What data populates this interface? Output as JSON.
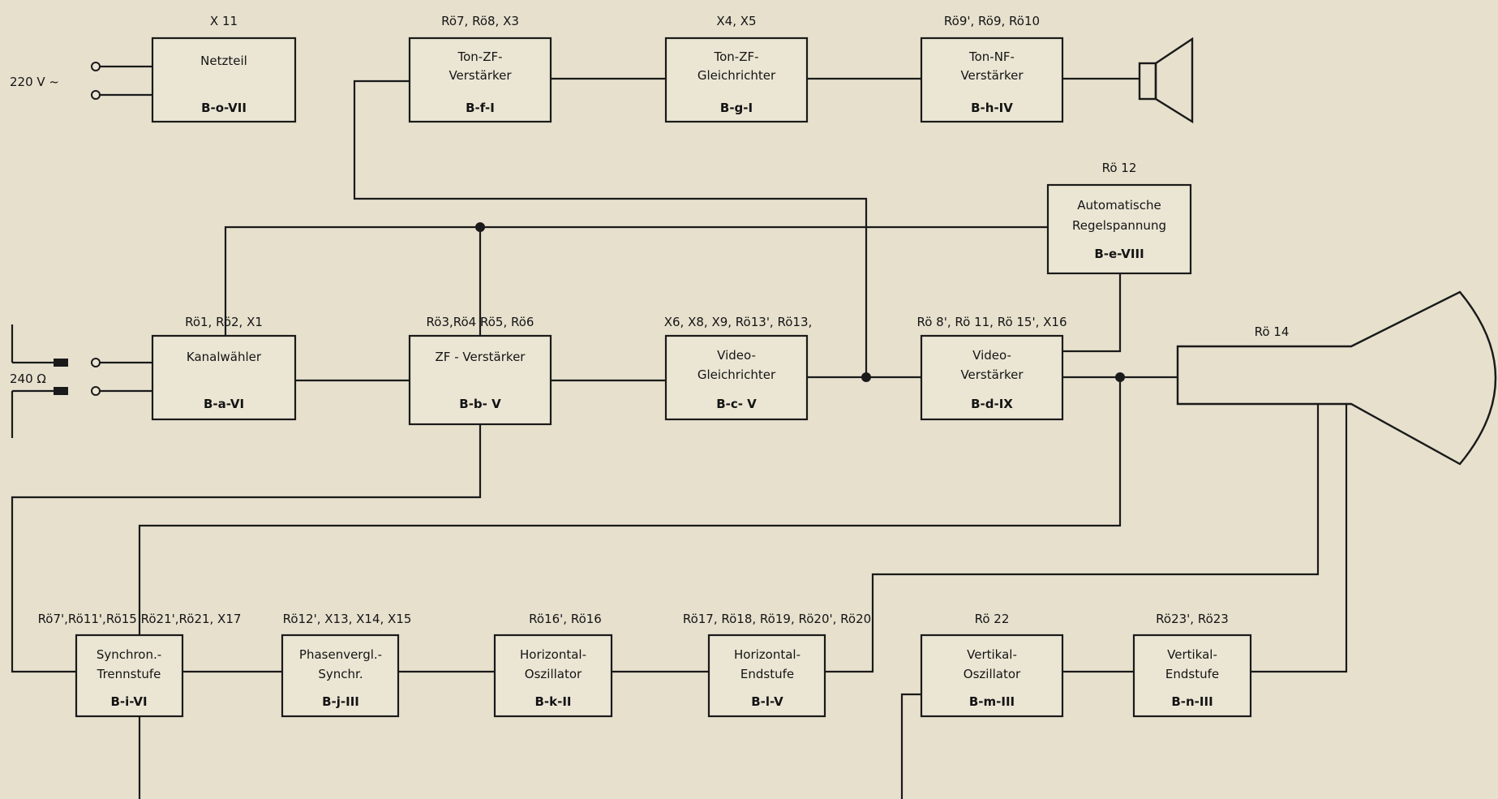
{
  "blocks": {
    "netzteil": {
      "title": [
        "Netzteil"
      ],
      "code": "B-o-VII",
      "tubes": "X 11"
    },
    "tonzf": {
      "title": [
        "Ton-ZF-",
        "Verstärker"
      ],
      "code": "B-f-I",
      "tubes": "Rö7, Rö8, X3"
    },
    "tongl": {
      "title": [
        "Ton-ZF-",
        "Gleichrichter"
      ],
      "code": "B-g-I",
      "tubes": "X4, X5"
    },
    "tonnf": {
      "title": [
        "Ton-NF-",
        "Verstärker"
      ],
      "code": "B-h-IV",
      "tubes": "Rö9', Rö9, Rö10"
    },
    "agc": {
      "title": [
        "Automatische",
        "Regelspannung"
      ],
      "code": "B-e-VIII",
      "tubes": "Rö 12"
    },
    "kanal": {
      "title": [
        "Kanalwähler"
      ],
      "code": "B-a-VI",
      "tubes": "Rö1,  Rö2, X1"
    },
    "zf": {
      "title": [
        "ZF - Verstärker"
      ],
      "code": "B-b- V",
      "tubes": "Rö3,Rö4  Rö5, Rö6"
    },
    "videogl": {
      "title": [
        "Video-",
        "Gleichrichter"
      ],
      "code": "B-c- V",
      "tubes": "X6, X8, X9, Rö13', Rö13,"
    },
    "videov": {
      "title": [
        "Video-",
        "Verstärker"
      ],
      "code": "B-d-IX",
      "tubes": "Rö 8',  Rö 11, Rö 15', X16"
    },
    "sync": {
      "title": [
        "Synchron.-",
        "Trennstufe"
      ],
      "code": "B-i-VI",
      "tubes": "Rö7',Rö11',Rö15 Rö21',Rö21, X17"
    },
    "phase": {
      "title": [
        "Phasenvergl.-",
        "Synchr."
      ],
      "code": "B-j-III",
      "tubes": "Rö12', X13, X14, X15"
    },
    "hosz": {
      "title": [
        "Horizontal-",
        "Oszillator"
      ],
      "code": "B-k-II",
      "tubes": "Rö16', Rö16"
    },
    "hend": {
      "title": [
        "Horizontal-",
        "Endstufe"
      ],
      "code": "B-l-V",
      "tubes": "Rö17, Rö18, Rö19, Rö20', Rö20"
    },
    "vosz": {
      "title": [
        "Vertikal-",
        "Oszillator"
      ],
      "code": "B-m-III",
      "tubes": "Rö 22"
    },
    "vend": {
      "title": [
        "Vertikal-",
        "Endstufe"
      ],
      "code": "B-n-III",
      "tubes": "Rö23', Rö23"
    }
  },
  "inputs": {
    "mains": "220 V ~",
    "antenna": "240 Ω"
  },
  "crt": {
    "tubes": "Rö 14"
  }
}
